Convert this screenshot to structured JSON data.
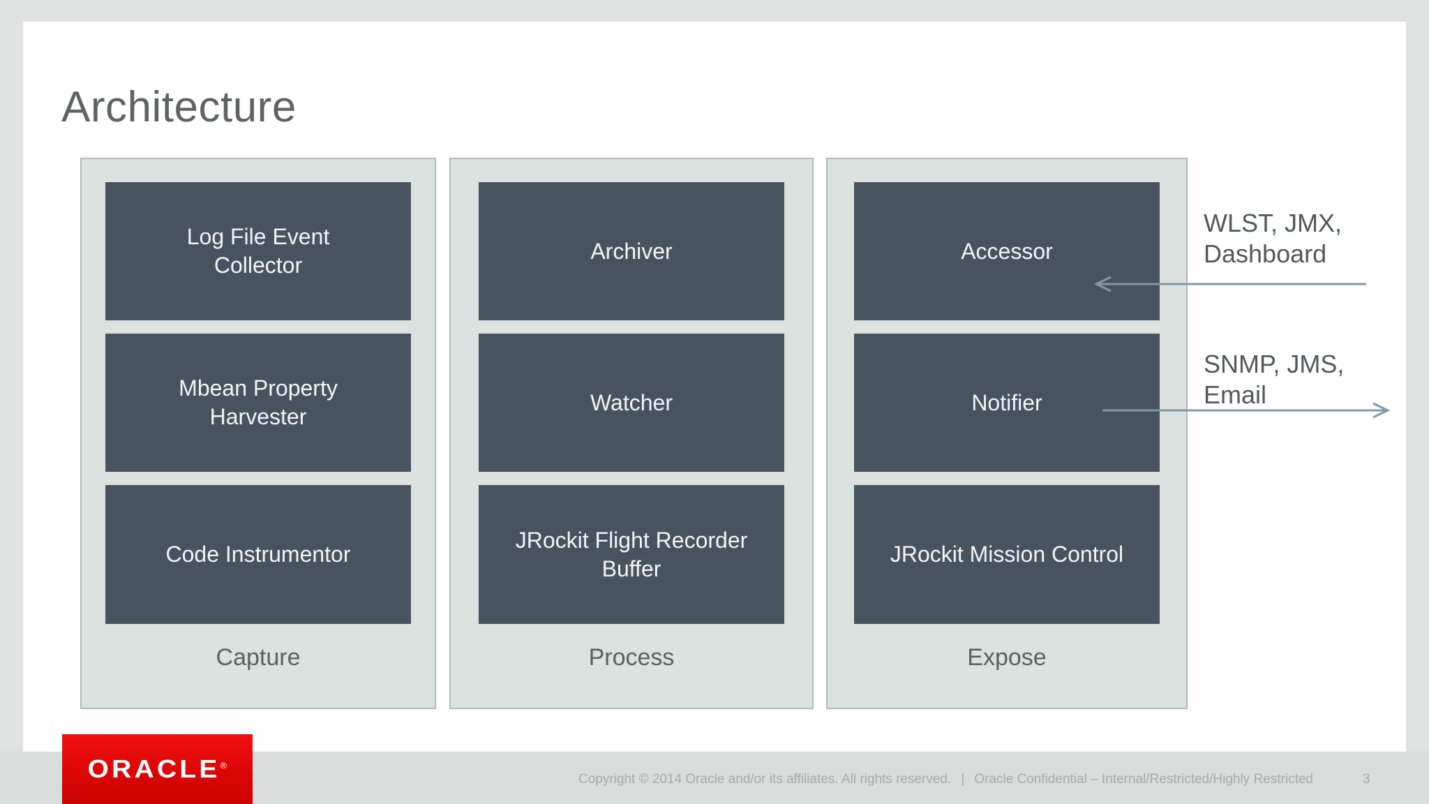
{
  "page": {
    "background": "#dee2e0",
    "footer_band_color": "#d9dcda",
    "slide_background": "#fdfefd"
  },
  "slide": {
    "title": "Architecture",
    "columns": [
      {
        "label": "Capture",
        "boxes": [
          {
            "label": "Log File Event Collector",
            "lines": [
              "Log File Event",
              "Collector"
            ]
          },
          {
            "label": "Mbean Property Harvester",
            "lines": [
              "Mbean Property",
              "Harvester"
            ]
          },
          {
            "label": "Code Instrumentor",
            "lines": [
              "Code Instrumentor"
            ]
          }
        ]
      },
      {
        "label": "Process",
        "boxes": [
          {
            "label": "Archiver",
            "lines": [
              "Archiver"
            ]
          },
          {
            "label": "Watcher",
            "lines": [
              "Watcher"
            ]
          },
          {
            "label": "JRockit Flight Recorder Buffer",
            "lines": [
              "JRockit Flight Recorder",
              "Buffer"
            ]
          }
        ]
      },
      {
        "label": "Expose",
        "boxes": [
          {
            "label": "Accessor",
            "lines": [
              "Accessor"
            ]
          },
          {
            "label": "Notifier",
            "lines": [
              "Notifier"
            ]
          },
          {
            "label": "JRockit Mission Control",
            "lines": [
              "JRockit Mission Control"
            ]
          }
        ]
      }
    ],
    "annotations": [
      {
        "label": "WLST, JMX, Dashboard",
        "lines": [
          "WLST, JMX,",
          "Dashboard"
        ],
        "arrow_direction": "left"
      },
      {
        "label": "SNMP, JMS, Email",
        "lines": [
          "SNMP, JMS,",
          "Email"
        ],
        "arrow_direction": "right"
      }
    ]
  },
  "footer": {
    "copyright": "Copyright © 2014 Oracle and/or its affiliates. All rights reserved.",
    "separator": "|",
    "confidential": "Oracle Confidential – Internal/Restricted/Highly Restricted",
    "page_number": "3",
    "logo": {
      "text": "ORACLE",
      "registered_mark": "®",
      "color": "#e20808"
    }
  },
  "colors": {
    "box_fill": "#475460",
    "box_text": "#f2f5f4",
    "container_fill": "#dce2e0",
    "container_border": "#b0bab9",
    "arrow": "#8297a8",
    "title_text": "#5e6462",
    "column_label_text": "#5a615f",
    "annotation_text": "#54585a",
    "footer_text": "#a6aaa9"
  }
}
